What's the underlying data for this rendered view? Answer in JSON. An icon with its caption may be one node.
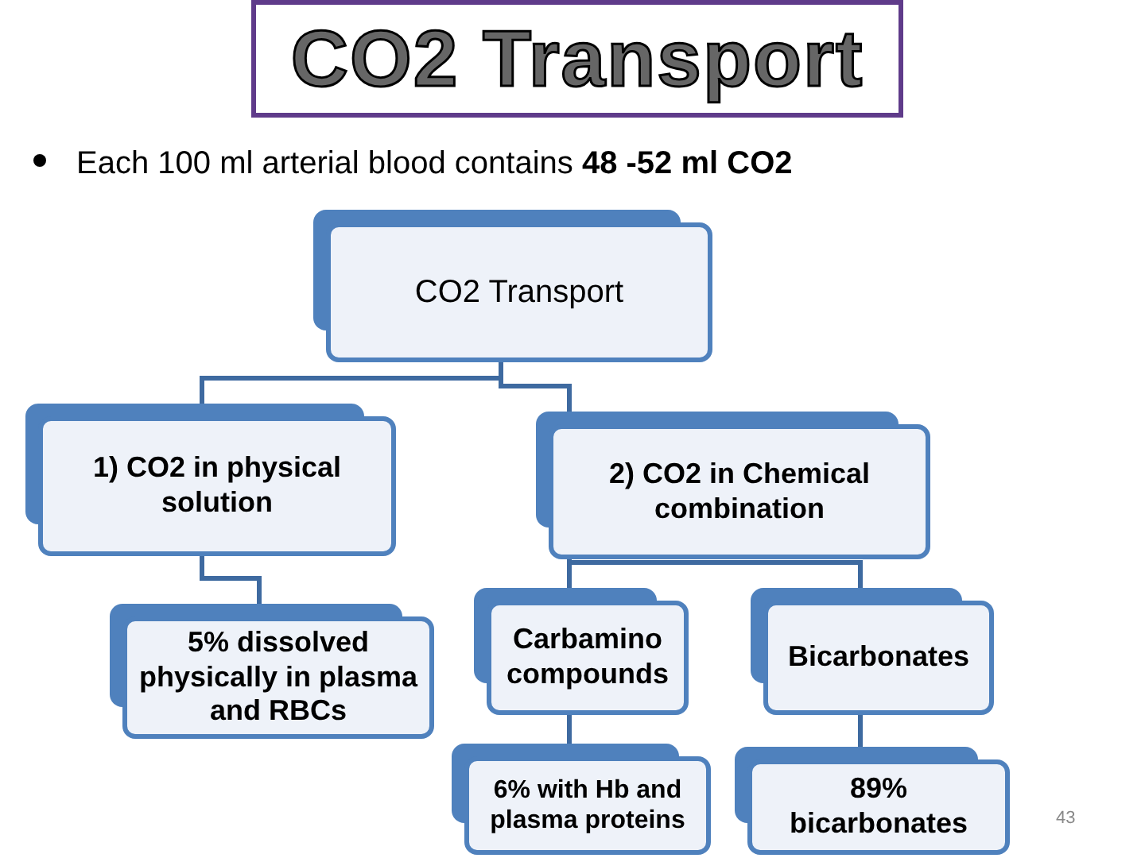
{
  "diagram": {
    "title": "CO2 Transport",
    "nodes": [
      {
        "text": [
          "CO2 Transport"
        ]
      },
      {
        "text": [
          "1) CO2 in physical solution"
        ]
      },
      {
        "text": [
          "2) CO2 in Chemical combination"
        ]
      },
      {
        "text": [
          "5% dissolved physically in plasma and RBCs"
        ]
      },
      {
        "text": [
          "Carbamino compounds"
        ]
      },
      {
        "text": [
          "Bicarbonates"
        ]
      },
      {
        "text": [
          "6% with Hb and plasma proteins"
        ]
      },
      {
        "text": [
          "89% bicarbonates"
        ]
      }
    ],
    "edges": [
      {
        "from": 0,
        "to": 1,
        "arrow": "none"
      },
      {
        "from": 0,
        "to": 2,
        "arrow": "none"
      },
      {
        "from": 1,
        "to": 3,
        "arrow": "none"
      },
      {
        "from": 2,
        "to": 4,
        "arrow": "none"
      },
      {
        "from": 2,
        "to": 5,
        "arrow": "none"
      },
      {
        "from": 4,
        "to": 6,
        "arrow": "none"
      },
      {
        "from": 5,
        "to": 7,
        "arrow": "none"
      }
    ],
    "labels": [
      "Each 100 ml arterial blood contains **48 -52 ml CO2**",
      "43"
    ]
  }
}
